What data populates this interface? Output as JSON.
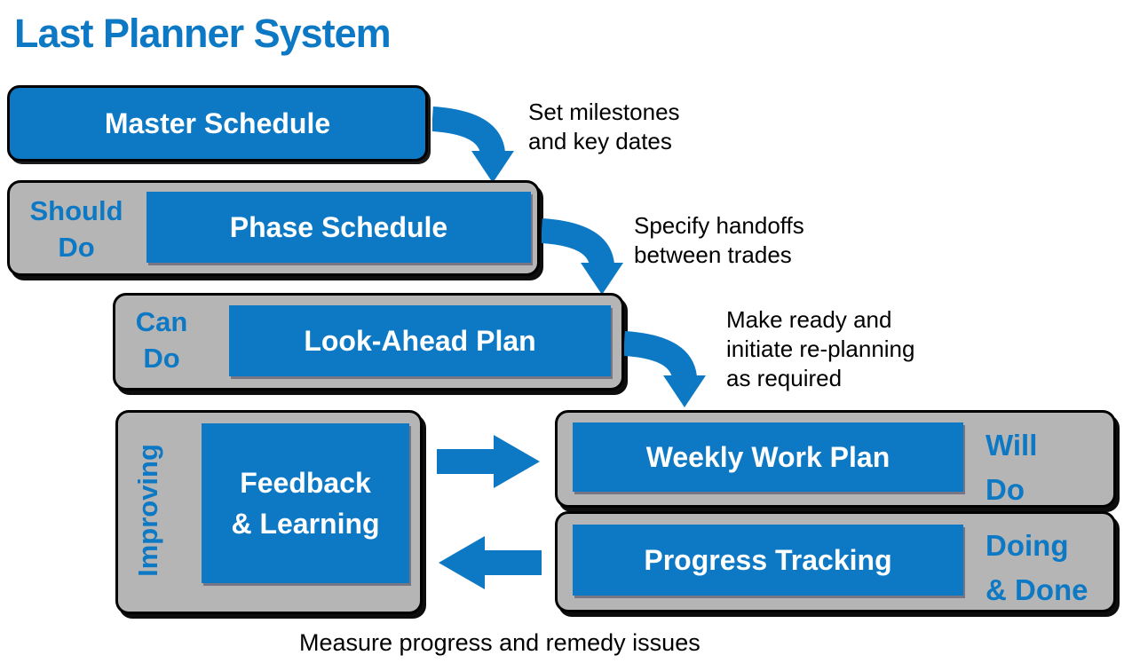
{
  "title": "Last Planner System",
  "colors": {
    "accent_blue": "#0d79c4",
    "panel_gray": "#b5b5b5",
    "border_black": "#000000",
    "box_text_white": "#ffffff",
    "annotation_black": "#000000"
  },
  "boxes": {
    "master": {
      "label": "Master Schedule"
    },
    "phase": {
      "stage_lines": [
        "Should",
        "Do"
      ],
      "label": "Phase Schedule"
    },
    "lookahead": {
      "stage_lines": [
        "Can",
        "Do"
      ],
      "label": "Look-Ahead Plan"
    },
    "weekly": {
      "stage_lines": [
        "Will",
        "Do"
      ],
      "label": "Weekly Work Plan"
    },
    "progress": {
      "stage_lines": [
        "Doing",
        "& Done"
      ],
      "label": "Progress Tracking"
    },
    "feedback": {
      "stage": "Improving",
      "label_lines": [
        "Feedback",
        "& Learning"
      ]
    }
  },
  "annotations": {
    "set_milestones": {
      "lines": [
        "Set milestones",
        "and key dates"
      ]
    },
    "specify_handoffs": {
      "lines": [
        "Specify handoffs",
        "between trades"
      ]
    },
    "make_ready": {
      "lines": [
        "Make ready and",
        "initiate re-planning",
        "as required"
      ]
    },
    "measure": {
      "text": "Measure progress and remedy issues"
    }
  },
  "arrows": {
    "master_to_phase": "curved-down-right-arrow",
    "phase_to_lookahead": "curved-down-right-arrow",
    "lookahead_to_weekly": "curved-down-right-arrow",
    "feedback_to_weekly": "block-right-arrow",
    "progress_to_feedback": "block-left-arrow"
  }
}
